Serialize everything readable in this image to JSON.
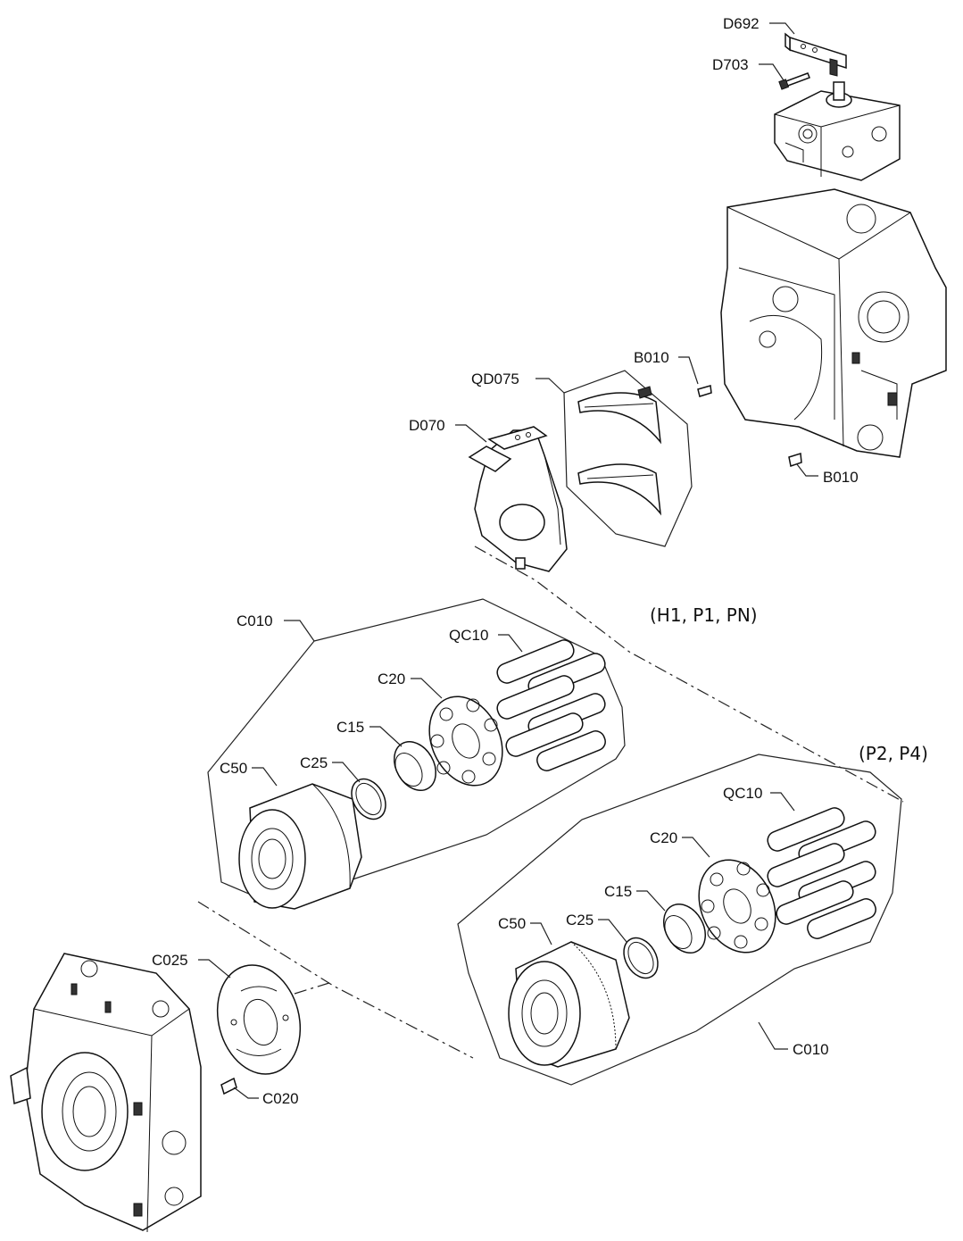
{
  "labels": {
    "d692": "D692",
    "d703": "D703",
    "b010_top": "B010",
    "b010_bottom": "B010",
    "qd075": "QD075",
    "d070": "D070",
    "group_h1": "(H1, P1, PN)",
    "group_p2": "(P2, P4)",
    "c010_a": "C010",
    "qc10_a": "QC10",
    "c20_a": "C20",
    "c15_a": "C15",
    "c25_a": "C25",
    "c50_a": "C50",
    "qc10_b": "QC10",
    "c20_b": "C20",
    "c15_b": "C15",
    "c25_b": "C25",
    "c50_b": "C50",
    "c010_b": "C010",
    "c025": "C025",
    "c020": "C020"
  }
}
